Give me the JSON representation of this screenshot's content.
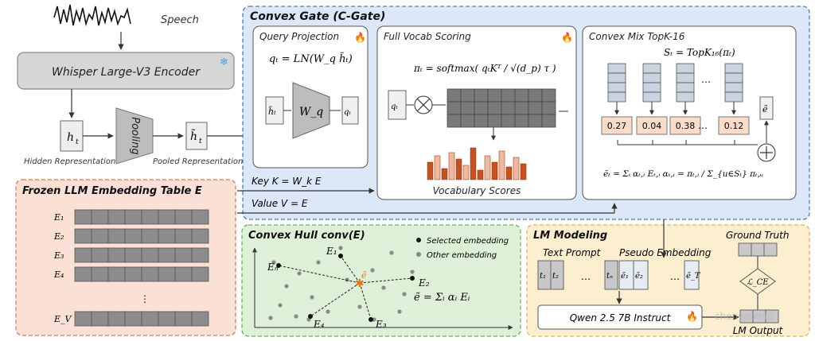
{
  "speech": {
    "label": "Speech"
  },
  "encoder": {
    "label": "Whisper Large-V3 Encoder"
  },
  "hidden": {
    "symbol": "h",
    "sub": "t",
    "label": "Hidden Representation"
  },
  "pooling": {
    "label": "Pooling"
  },
  "pooled": {
    "symbol": "h̃",
    "sub": "t",
    "label": "Pooled Representation"
  },
  "cgate": {
    "title": "Convex Gate (C-Gate)"
  },
  "query": {
    "title": "Query Projection",
    "formula": "qₜ = LN(W_q h̃ₜ)",
    "input": "h̃ₜ",
    "weight": "W_q",
    "output": "qₜ"
  },
  "scoring": {
    "title": "Full Vocab Scoring",
    "formula": "πₜ = softmax( qₜKᵀ / √(d_p) τ )",
    "q": "qₜ",
    "caption": "Vocabulary Scores"
  },
  "mix": {
    "title": "Convex Mix TopK-16",
    "formula": "Sₜ = TopK₁₆(πₜ)",
    "weights": [
      "0.27",
      "0.04",
      "0.38",
      "0.12"
    ],
    "dots": "…",
    "output": "ẽ",
    "formula_bottom": "ẽₜ = Σᵢ αₜ,ᵢ Eₜ,ᵢ    αₜ,ᵢ = πₜ,ᵢ / Σ_{u∈Sₜ} πₜ,ᵤ"
  },
  "key": {
    "label": "Key K = W_k E"
  },
  "value": {
    "label": "Value V = E"
  },
  "frozen": {
    "title": "Frozen LLM Embedding Table E",
    "rows": [
      "E₁",
      "E₂",
      "E₃",
      "E₄",
      "E_V"
    ],
    "vdots": "⋮"
  },
  "hull": {
    "title": "Convex Hull conv(E)",
    "legend_selected": "Selected embedding",
    "legend_other": "Other embedding",
    "points": [
      "E₁",
      "E₂",
      "E₃",
      "E₄",
      "Eₙ"
    ],
    "center": "ẽ",
    "formula": "ẽ = Σᵢ αᵢ Eᵢ"
  },
  "lm": {
    "title": "LM Modeling",
    "text_prompt": "Text Prompt",
    "pseudo": "Pseudo Embedding",
    "ground_truth": "Ground Truth",
    "tokens": [
      "t₁",
      "t₂",
      "tₙ"
    ],
    "pseudo_tokens": [
      "ẽ₁",
      "ẽ₂",
      "ẽ_T"
    ],
    "dots": "…",
    "model": "Qwen 2.5 7B Instruct",
    "loss": "ℒ_CE",
    "output": "LM Output",
    "watermark": "chenyaohao"
  },
  "colors": {
    "cgate_bg": "#dce8f7",
    "cgate_border": "#4a7cc9",
    "frozen_bg": "#fbe0d6",
    "frozen_border": "#e07a55",
    "hull_bg": "#dff0d8",
    "hull_border": "#6bb35a",
    "lm_bg": "#fbefd0",
    "lm_border": "#e0b84a",
    "weight_box": "#fbdcc8",
    "bar_dark": "#c9501f",
    "bar_light": "#f0b89c"
  }
}
